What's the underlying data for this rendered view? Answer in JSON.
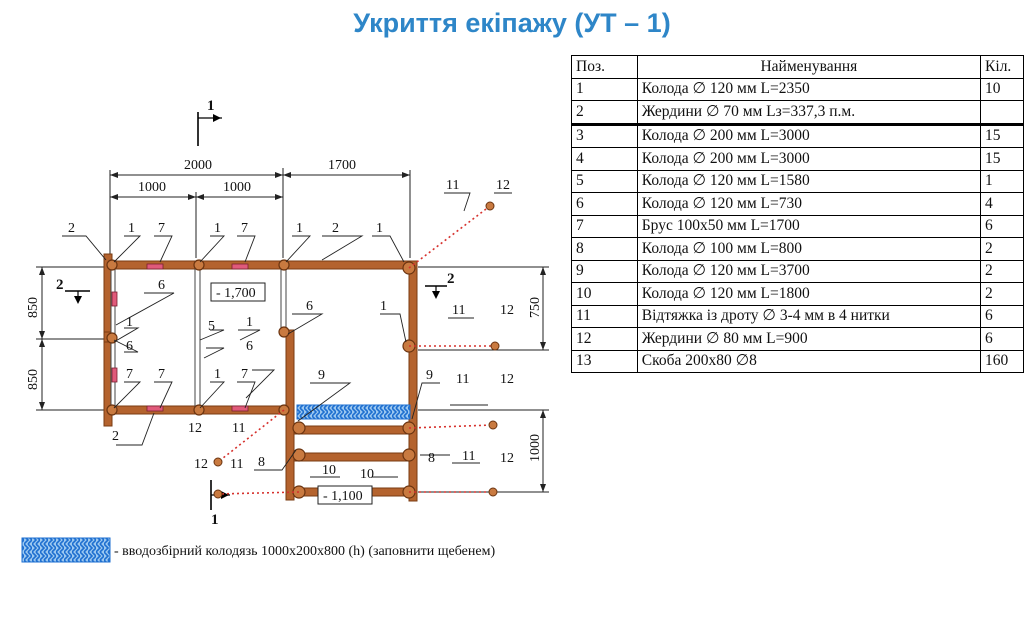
{
  "title": "Укриття екіпажу (УТ – 1)",
  "colors": {
    "title": "#2e86c8",
    "timber": "#b4632e",
    "tie": "#d6312d",
    "gravel": "#1e6fd0"
  },
  "table": {
    "headers": [
      "Поз.",
      "Найменування",
      "Кіл."
    ],
    "rows": [
      [
        "1",
        "Колода ∅ 120 мм L=2350",
        "10"
      ],
      [
        "2",
        "Жердини ∅ 70 мм Lз=337,3 п.м.",
        ""
      ],
      [
        "3",
        "Колода ∅ 200 мм L=3000",
        "15"
      ],
      [
        "4",
        "Колода ∅ 200 мм L=3000",
        "15"
      ],
      [
        "5",
        "Колода ∅ 120 мм L=1580",
        "1"
      ],
      [
        "6",
        "Колода ∅ 120 мм L=730",
        "4"
      ],
      [
        "7",
        "Брус 100х50 мм L=1700",
        "6"
      ],
      [
        "8",
        "Колода ∅ 100 мм L=800",
        "2"
      ],
      [
        "9",
        "Колода ∅ 120 мм L=3700",
        "2"
      ],
      [
        "10",
        "Колода ∅ 120 мм L=1800",
        "2"
      ],
      [
        "11",
        "Відтяжка із дроту ∅ 3-4 мм в 4 нитки",
        "6"
      ],
      [
        "12",
        "Жердини ∅ 80 мм L=900",
        "6"
      ],
      [
        "13",
        "Скоба 200х80 ∅8",
        "160"
      ]
    ]
  },
  "drawing": {
    "dims": {
      "d2000": "2000",
      "d1700": "1700",
      "d1000a": "1000",
      "d1000b": "1000",
      "d850a": "850",
      "d850b": "850",
      "d750": "750",
      "d1000v": "1000"
    },
    "levels": {
      "l1700": "- 1,700",
      "l1100": "- 1,100"
    },
    "sections": {
      "s1": "1",
      "s2": "2"
    },
    "legend": "- вводозбірний колодязь 1000х200х800 (h) (заповнити щебенем)",
    "labels": {
      "n1": "1",
      "n2": "2",
      "n5": "5",
      "n6": "6",
      "n7": "7",
      "n8": "8",
      "n9": "9",
      "n10": "10",
      "n11": "11",
      "n12": "12"
    }
  }
}
